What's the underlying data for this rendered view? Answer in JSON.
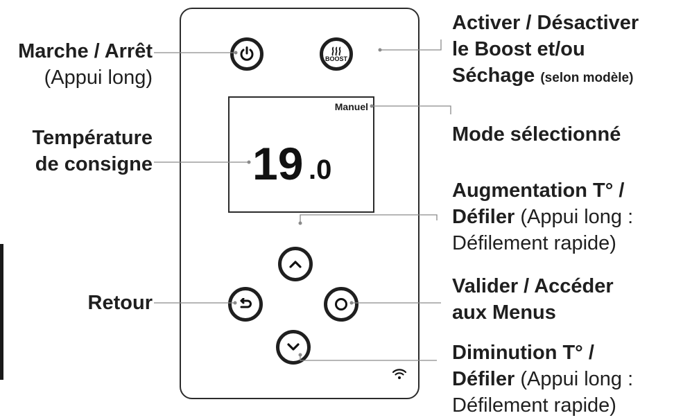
{
  "labels": {
    "power_main": "Marche / Arrêt",
    "power_sub": "(Appui long)",
    "temp_line1": "Température",
    "temp_line2": "de consigne",
    "back": "Retour",
    "boost_line1": "Activer / Désactiver",
    "boost_line2": "le Boost et/ou",
    "boost_line3_bold": "Séchage",
    "boost_line3_small": "(selon modèle)",
    "mode": "Mode sélectionné",
    "up_line1": "Augmentation T° /",
    "up_line2_bold": "Défiler",
    "up_line2_reg": "(Appui long :",
    "up_line3": "Défilement rapide)",
    "ok_line1": "Valider / Accéder",
    "ok_line2": "aux Menus",
    "down_line1": "Diminution T° /",
    "down_line2_bold": "Défiler",
    "down_line2_reg": "(Appui long :",
    "down_line3": "Défilement rapide)"
  },
  "display": {
    "mode": "Manuel",
    "temp_int": "19",
    "temp_dec": ".0"
  },
  "buttons": {
    "boost_text": "BOOST"
  },
  "icons": {
    "power": "power-icon",
    "boost": "heat-waves-icon",
    "up": "chevron-up-icon",
    "down": "chevron-down-icon",
    "back": "return-arrow-icon",
    "ok": "circle-icon",
    "wifi": "wifi-icon"
  }
}
